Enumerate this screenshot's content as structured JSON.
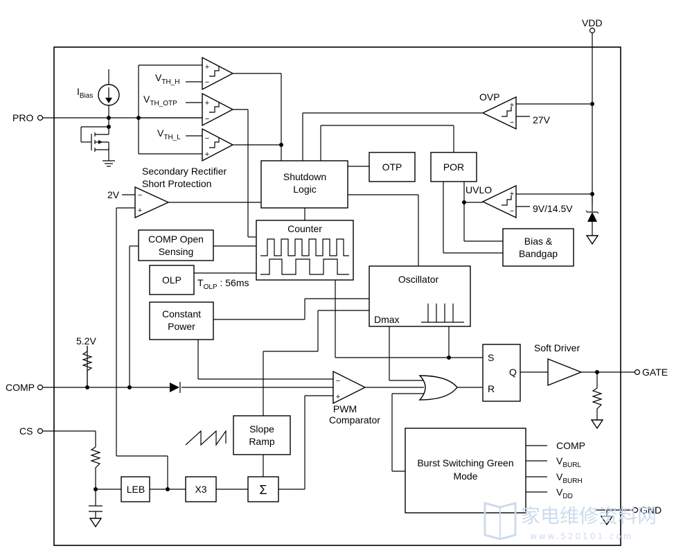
{
  "pins": {
    "vdd": "VDD",
    "pro": "PRO",
    "comp": "COMP",
    "cs": "CS",
    "gate": "GATE",
    "gnd": "GND"
  },
  "labels": {
    "ibias_main": "I",
    "ibias_sub": "Bias",
    "vth_h_main": "V",
    "vth_h_sub": "TH_H",
    "vth_otp_main": "V",
    "vth_otp_sub": "TH_OTP",
    "vth_l_main": "V",
    "vth_l_sub": "TH_L",
    "secondary_line1": "Secondary Rectifier",
    "secondary_line2": "Short Protection",
    "v2": "2V",
    "ovp": "OVP",
    "v27": "27V",
    "uvlo": "UVLO",
    "v9": "9V/14.5V",
    "v52": "5.2V",
    "tolp_main": "T",
    "tolp_sub": "OLP",
    "tolp_rest": " : 56ms",
    "pwm_line1": "PWM",
    "pwm_line2": "Comparator",
    "soft_driver": "Soft Driver",
    "sr_s": "S",
    "sr_r": "R",
    "sr_q": "Q",
    "dmax": "Dmax"
  },
  "blocks": {
    "shutdown_line1": "Shutdown",
    "shutdown_line2": "Logic",
    "otp": "OTP",
    "por": "POR",
    "counter": "Counter",
    "comp_open_line1": "COMP Open",
    "comp_open_line2": "Sensing",
    "olp": "OLP",
    "constant_power_line1": "Constant",
    "constant_power_line2": "Power",
    "oscillator": "Oscillator",
    "bias_line1": "Bias &",
    "bias_line2": "Bandgap",
    "slope_line1": "Slope",
    "slope_line2": "Ramp",
    "leb": "LEB",
    "x3": "X3",
    "sigma": "Σ",
    "burst_line1": "Burst Switching Green",
    "burst_line2": "Mode"
  },
  "burst_inputs": {
    "comp": "COMP",
    "vburl_main": "V",
    "vburl_sub": "BURL",
    "vburh_main": "V",
    "vburh_sub": "BURH",
    "vdd_main": "V",
    "vdd_sub": "DD"
  },
  "watermark": {
    "text": "家电维修资料网",
    "url": "www.520101.com"
  }
}
